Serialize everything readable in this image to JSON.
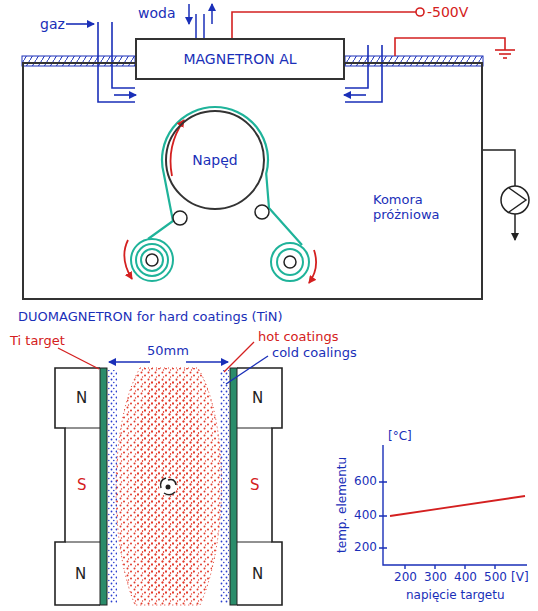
{
  "diagram": {
    "title": "DUOMAGNETRON for hard coatings (TiN)",
    "nodes": [
      {
        "text": [
          "Komora próżniowa"
        ]
      },
      {
        "text": [
          "MAGNETRON AL"
        ],
        "in": 0
      },
      {
        "text": [
          "Napęd"
        ],
        "in": 0
      }
    ],
    "labels": [
      "gaz",
      "woda",
      "-500V",
      "Ti target",
      "50mm",
      "hot coatings",
      "cold coalings",
      "N",
      "S",
      "N",
      "N",
      "S",
      "N",
      "[°C]",
      "600",
      "400",
      "200",
      "temp. elementu",
      "200",
      "300",
      "400",
      "500",
      "[V]",
      "napięcie targetu"
    ]
  }
}
